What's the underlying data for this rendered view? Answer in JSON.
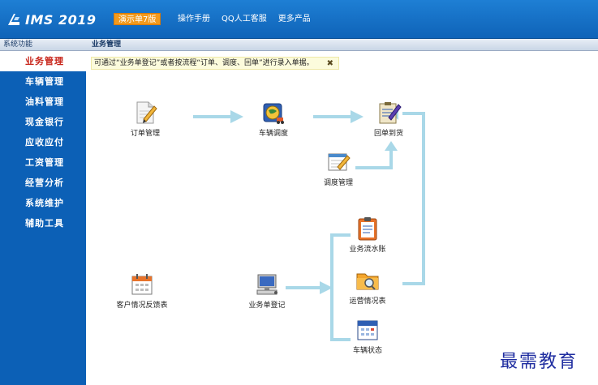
{
  "app": {
    "name": "IMS 2019",
    "demo_badge": "演示单7版",
    "nav": [
      "操作手册",
      "QQ人工客服",
      "更多产品"
    ]
  },
  "sidebar": {
    "header": "系统功能",
    "items": [
      {
        "label": "业务管理",
        "active": true
      },
      {
        "label": "车辆管理"
      },
      {
        "label": "油料管理"
      },
      {
        "label": "现金银行"
      },
      {
        "label": "应收应付"
      },
      {
        "label": "工资管理"
      },
      {
        "label": "经营分析"
      },
      {
        "label": "系统维护"
      },
      {
        "label": "辅助工具"
      }
    ]
  },
  "main": {
    "header": "业务管理",
    "notice": "可通过“业务单登记”或者按流程“订单、调度、回单”进行录入单据。"
  },
  "flow": {
    "order": "订单管理",
    "dispatch": "车辆调度",
    "receipt": "回单到货",
    "scheduling": "调度管理",
    "flow_list": "业务流水账",
    "query": "运营情况表",
    "vehicle_status": "车辆状态",
    "customer": "客户情况反馈表",
    "register": "业务单登记"
  },
  "watermark": "最需教育"
}
